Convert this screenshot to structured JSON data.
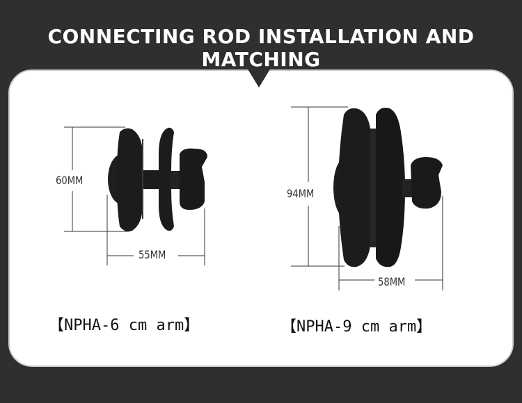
{
  "header": {
    "title": "CONNECTING ROD INSTALLATION AND MATCHING"
  },
  "products": [
    {
      "label": "【NPHA-6 cm arm】",
      "height_dim": "60MM",
      "width_dim": "55MM"
    },
    {
      "label": "【NPHA-9 cm arm】",
      "height_dim": "94MM",
      "width_dim": "58MM"
    }
  ],
  "colors": {
    "background": "#2f2f2f",
    "panel": "#ffffff",
    "arm": "#1c1c1c"
  }
}
